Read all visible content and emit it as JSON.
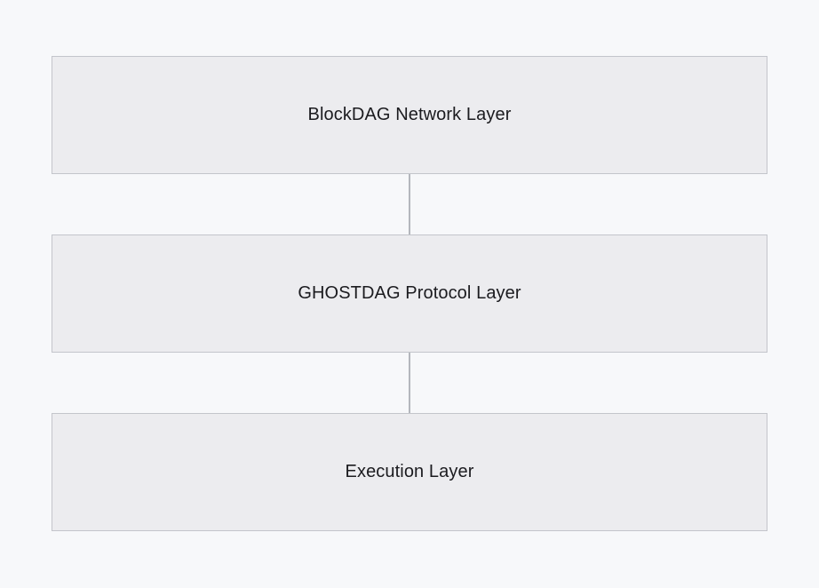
{
  "diagram": {
    "layers": [
      {
        "label": "BlockDAG Network Layer"
      },
      {
        "label": "GHOSTDAG Protocol Layer"
      },
      {
        "label": "Execution Layer"
      }
    ],
    "colors": {
      "background": "#f7f8fa",
      "box_fill": "#ececef",
      "box_border": "#c3c5cb",
      "connector": "#b4b7bd",
      "text": "#1b1b1f"
    }
  }
}
